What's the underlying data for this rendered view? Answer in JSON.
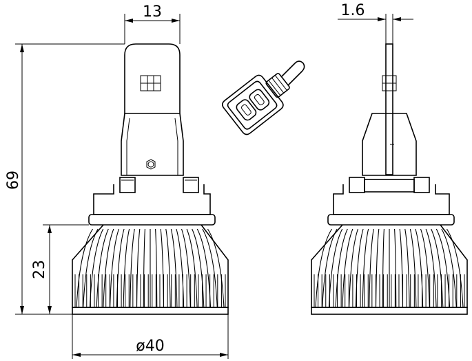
{
  "dimensions": {
    "chip_width": "13",
    "chip_thickness": "1.6",
    "total_height": "69",
    "heatsink_height": "23",
    "heatsink_diameter": "ø40"
  }
}
